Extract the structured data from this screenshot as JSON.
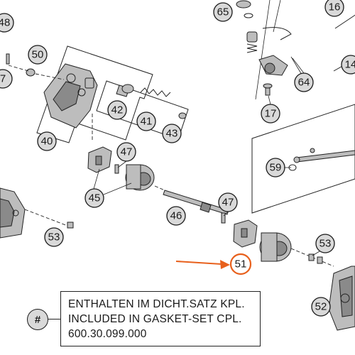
{
  "callouts": [
    {
      "id": "c48",
      "label": "48"
    },
    {
      "id": "c65",
      "label": "65"
    },
    {
      "id": "c16",
      "label": "16"
    },
    {
      "id": "c7",
      "label": "7"
    },
    {
      "id": "c50",
      "label": "50"
    },
    {
      "id": "c14",
      "label": "14"
    },
    {
      "id": "c64",
      "label": "64"
    },
    {
      "id": "c42",
      "label": "42"
    },
    {
      "id": "c17",
      "label": "17"
    },
    {
      "id": "c41",
      "label": "41"
    },
    {
      "id": "c43",
      "label": "43"
    },
    {
      "id": "c40",
      "label": "40"
    },
    {
      "id": "c47a",
      "label": "47"
    },
    {
      "id": "c59",
      "label": "59"
    },
    {
      "id": "c45",
      "label": "45"
    },
    {
      "id": "c46",
      "label": "46"
    },
    {
      "id": "c47b",
      "label": "47"
    },
    {
      "id": "c53a",
      "label": "53"
    },
    {
      "id": "c53b",
      "label": "53"
    },
    {
      "id": "c51",
      "label": "51"
    },
    {
      "id": "c52",
      "label": "52"
    }
  ],
  "note": {
    "hash_label": "#",
    "line1": "ENTHALTEN IM DICHT.SATZ KPL.",
    "line2": "INCLUDED IN GASKET-SET CPL.",
    "line3": "600.30.099.000"
  },
  "colors": {
    "highlight": "#e8601c",
    "callout_fill": "#d9d9d9",
    "line": "#222222"
  }
}
